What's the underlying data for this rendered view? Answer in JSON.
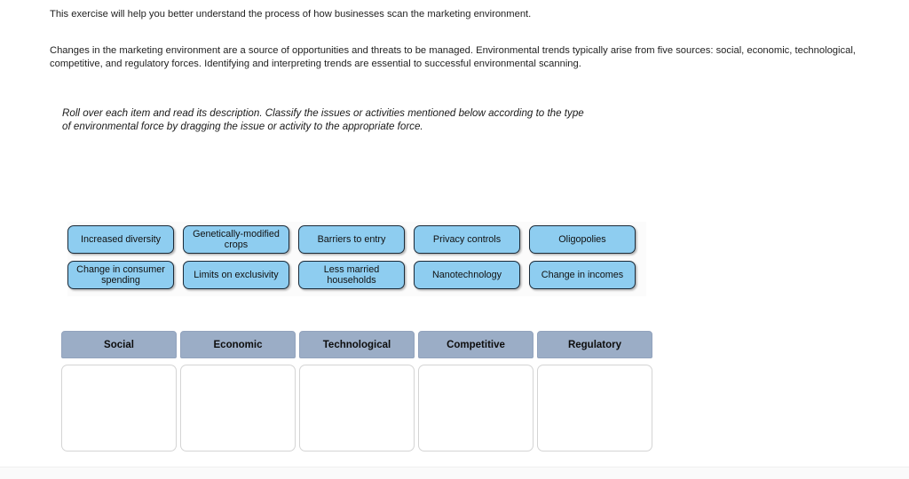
{
  "intro": {
    "paragraph_1": "This exercise will help you better understand the process of how businesses scan the marketing environment.",
    "paragraph_2": "Changes in the marketing environment are a source of opportunities and threats to be managed. Environmental trends typically arise from five sources: social, economic, technological, competitive, and regulatory forces. Identifying and interpreting trends are essential to successful environmental scanning."
  },
  "instruction": {
    "text": "Roll over each item and read its description. Classify the issues or activities mentioned below according to the type of environmental force by dragging the issue or activity to the appropriate force."
  },
  "tiles": {
    "row_1": [
      {
        "label": "Increased diversity"
      },
      {
        "label": "Genetically-modified crops"
      },
      {
        "label": "Barriers to entry"
      },
      {
        "label": "Privacy controls"
      },
      {
        "label": "Oligopolies"
      }
    ],
    "row_2": [
      {
        "label": "Change in consumer spending"
      },
      {
        "label": "Limits on exclusivity"
      },
      {
        "label": "Less married households"
      },
      {
        "label": "Nanotechnology"
      },
      {
        "label": "Change in incomes"
      }
    ]
  },
  "columns": [
    {
      "header": "Social",
      "items": []
    },
    {
      "header": "Economic",
      "items": []
    },
    {
      "header": "Technological",
      "items": []
    },
    {
      "header": "Competitive",
      "items": []
    },
    {
      "header": "Regulatory",
      "items": []
    }
  ],
  "colors": {
    "tile_fill": "#8ecdf0",
    "tile_border": "#1b2a38",
    "header_fill": "#9badc6",
    "dropzone_border": "#d4d4d4",
    "page_background": "#ffffff",
    "text": "#1a1a1a"
  }
}
